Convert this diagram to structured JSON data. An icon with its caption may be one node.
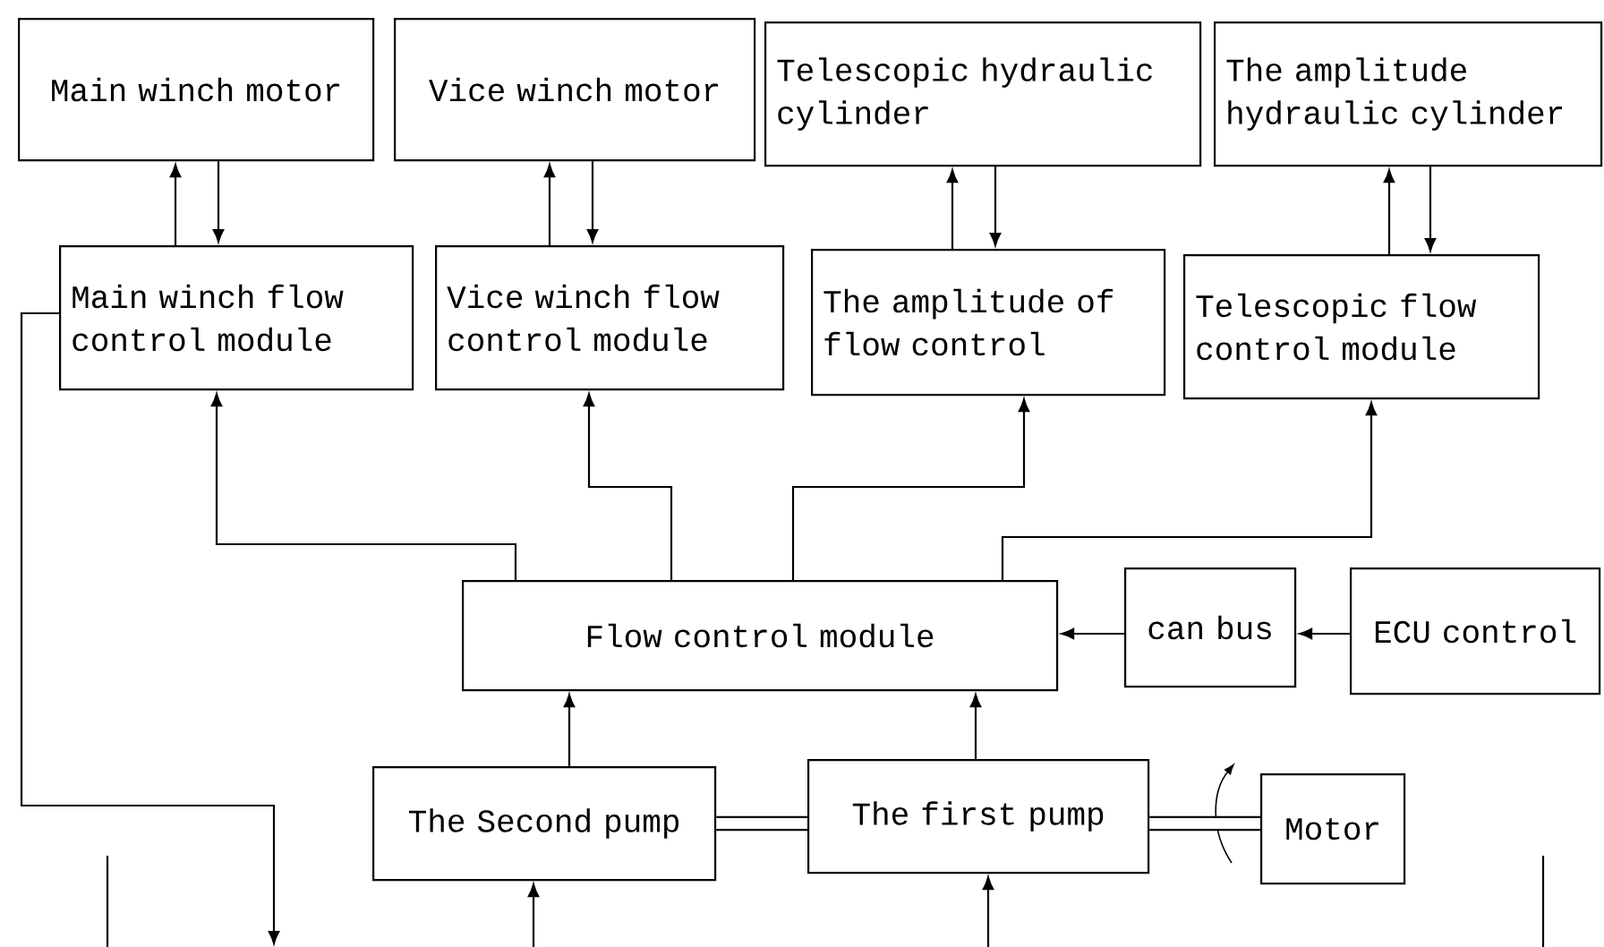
{
  "diagram": {
    "nodes": [
      {
        "text": [
          "Main winch motor"
        ]
      },
      {
        "text": [
          "Vice winch motor"
        ]
      },
      {
        "text": [
          "Telescopic hydraulic cylinder"
        ]
      },
      {
        "text": [
          "The amplitude hydraulic cylinder"
        ]
      },
      {
        "text": [
          "Main winch flow control module"
        ]
      },
      {
        "text": [
          "Vice winch flow control module"
        ]
      },
      {
        "text": [
          "The amplitude of flow control"
        ]
      },
      {
        "text": [
          "Telescopic flow control module"
        ]
      },
      {
        "text": [
          "Flow control module"
        ]
      },
      {
        "text": [
          "can bus"
        ]
      },
      {
        "text": [
          "ECU control"
        ]
      },
      {
        "text": [
          "The Second pump"
        ]
      },
      {
        "text": [
          "The first pump"
        ]
      },
      {
        "text": [
          "Motor"
        ]
      }
    ],
    "edges": [
      {
        "from": 4,
        "to": 0,
        "arrow": "to"
      },
      {
        "from": 0,
        "to": 4,
        "arrow": "to"
      },
      {
        "from": 5,
        "to": 1,
        "arrow": "to"
      },
      {
        "from": 1,
        "to": 5,
        "arrow": "to"
      },
      {
        "from": 6,
        "to": 2,
        "arrow": "to"
      },
      {
        "from": 2,
        "to": 6,
        "arrow": "to"
      },
      {
        "from": 7,
        "to": 3,
        "arrow": "to"
      },
      {
        "from": 3,
        "to": 7,
        "arrow": "to"
      },
      {
        "from": 8,
        "to": 4,
        "arrow": "to"
      },
      {
        "from": 8,
        "to": 5,
        "arrow": "to"
      },
      {
        "from": 8,
        "to": 6,
        "arrow": "to"
      },
      {
        "from": 8,
        "to": 7,
        "arrow": "to"
      },
      {
        "from": 9,
        "to": 8,
        "arrow": "to"
      },
      {
        "from": 10,
        "to": 9,
        "arrow": "to"
      },
      {
        "from": 11,
        "to": 8,
        "arrow": "to"
      },
      {
        "from": 12,
        "to": 8,
        "arrow": "to"
      },
      {
        "from": 11,
        "to": 12,
        "arrow": "none",
        "style": "thick"
      },
      {
        "from": 12,
        "to": 13,
        "arrow": "none",
        "style": "thick"
      },
      {
        "from": 4,
        "to": null,
        "arrow": "to"
      },
      {
        "from": null,
        "to": 11,
        "arrow": "to"
      },
      {
        "from": null,
        "to": 12,
        "arrow": "to"
      }
    ]
  }
}
